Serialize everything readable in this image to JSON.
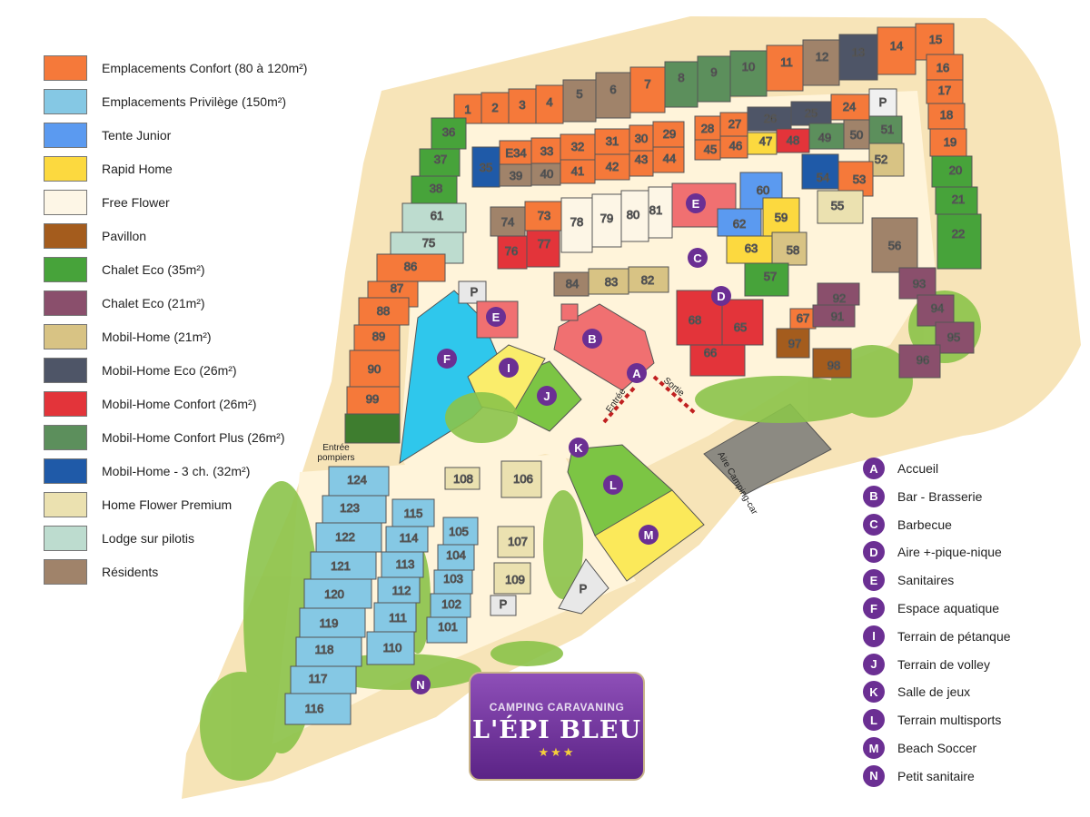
{
  "legend": [
    {
      "label": "Emplacements Confort (80 à 120m²)",
      "color": "#f5793a"
    },
    {
      "label": "Emplacements Privilège (150m²)",
      "color": "#85c8e4"
    },
    {
      "label": "Tente Junior",
      "color": "#5b9af0"
    },
    {
      "label": "Rapid Home",
      "color": "#fcd93f"
    },
    {
      "label": "Free Flower",
      "color": "#fdf6e6"
    },
    {
      "label": "Pavillon",
      "color": "#a45c1d"
    },
    {
      "label": "Chalet Eco (35m²)",
      "color": "#47a33a"
    },
    {
      "label": "Chalet Eco (21m²)",
      "color": "#8a4f6c"
    },
    {
      "label": "Mobil-Home (21m²)",
      "color": "#d8c384"
    },
    {
      "label": "Mobil-Home Eco (26m²)",
      "color": "#4e5567"
    },
    {
      "label": "Mobil-Home Confort (26m²)",
      "color": "#e3343a"
    },
    {
      "label": "Mobil-Home Confort Plus (26m²)",
      "color": "#5c8f5c"
    },
    {
      "label": "Mobil-Home - 3 ch. (32m²)",
      "color": "#1f5aa8"
    },
    {
      "label": "Home Flower Premium",
      "color": "#ebe1b0"
    },
    {
      "label": "Lodge sur pilotis",
      "color": "#bddccf"
    },
    {
      "label": "Résidents",
      "color": "#a0836a"
    }
  ],
  "services": [
    {
      "code": "A",
      "label": "Accueil"
    },
    {
      "code": "B",
      "label": "Bar - Brasserie"
    },
    {
      "code": "C",
      "label": "Barbecue"
    },
    {
      "code": "D",
      "label": "Aire +-pique-nique"
    },
    {
      "code": "E",
      "label": "Sanitaires"
    },
    {
      "code": "F",
      "label": "Espace aquatique"
    },
    {
      "code": "I",
      "label": "Terrain de pétanque"
    },
    {
      "code": "J",
      "label": "Terrain de volley"
    },
    {
      "code": "K",
      "label": "Salle de jeux"
    },
    {
      "code": "L",
      "label": "Terrain multisports"
    },
    {
      "code": "M",
      "label": "Beach Soccer"
    },
    {
      "code": "N",
      "label": "Petit sanitaire"
    }
  ],
  "map": {
    "entree_pompiers": "Entrée pompiers",
    "entree": "Entrée",
    "sortie": "Sortie",
    "aire_camping_car": "Aire Camping-car",
    "parking": "P",
    "pitches": {
      "top_row": [
        "1",
        "2",
        "3",
        "4",
        "5",
        "6",
        "7",
        "8",
        "9",
        "10",
        "11",
        "12",
        "13",
        "14",
        "15"
      ],
      "right_col": [
        "16",
        "17",
        "18",
        "19",
        "20",
        "21",
        "22"
      ],
      "block_a_top": [
        "E34",
        "33",
        "32",
        "31",
        "30",
        "29"
      ],
      "block_a_bottom": [
        "35",
        "39",
        "40",
        "41",
        "42",
        "43",
        "44"
      ],
      "block_b_top": [
        "28",
        "27",
        "26",
        "25",
        "24"
      ],
      "block_b_bottom": [
        "45",
        "46",
        "47",
        "48",
        "49",
        "50",
        "51",
        "52"
      ],
      "left_col": [
        "36",
        "37",
        "38",
        "61",
        "75",
        "86",
        "87",
        "88",
        "89",
        "90",
        "99"
      ],
      "center_row": [
        "74",
        "73",
        "78",
        "79",
        "80",
        "81"
      ],
      "center_row_b": [
        "76",
        "77"
      ],
      "block_c": [
        "84",
        "83",
        "82"
      ],
      "cluster_e": [
        "60",
        "62",
        "59",
        "63",
        "58",
        "57"
      ],
      "cluster_d": [
        "68",
        "65",
        "66"
      ],
      "east": [
        "53",
        "54",
        "55",
        "56",
        "93",
        "94",
        "95",
        "96",
        "67",
        "92",
        "91",
        "97",
        "98"
      ],
      "south_left": [
        "124",
        "123",
        "122",
        "121",
        "120",
        "119",
        "118",
        "117",
        "116"
      ],
      "south_mid_a": [
        "115",
        "114",
        "113",
        "112",
        "111",
        "110"
      ],
      "south_mid_b": [
        "105",
        "104",
        "103",
        "102",
        "101"
      ],
      "south_misc": [
        "108",
        "106",
        "107",
        "109"
      ]
    }
  },
  "logo": {
    "top": "CAMPING CARAVANING",
    "main": "L'ÉPI BLEU",
    "stars": "★★★"
  },
  "colors": {
    "sand": "#f7e4b8",
    "path": "#fff4da",
    "pool": "#2fc7ec",
    "service_badge": "#6b2f93",
    "tree": "#8bc34a"
  }
}
